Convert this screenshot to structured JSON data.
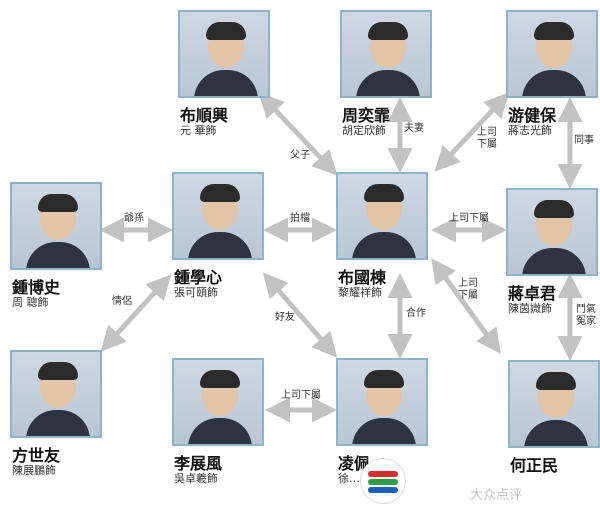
{
  "people": [
    {
      "id": "bu_shunxing",
      "name": "布順興",
      "actor": "元 華飾"
    },
    {
      "id": "zhou_yifei",
      "name": "周奕霏",
      "actor": "胡定欣飾"
    },
    {
      "id": "you_jianbao",
      "name": "游健保",
      "actor": "蔣志光飾"
    },
    {
      "id": "zhong_boshi",
      "name": "鍾博史",
      "actor": "周 聰飾"
    },
    {
      "id": "zhong_xuexin",
      "name": "鍾學心",
      "actor": "張可頤飾"
    },
    {
      "id": "bu_guodong",
      "name": "布國棟",
      "actor": "黎耀祥飾"
    },
    {
      "id": "jiang_zhuojun",
      "name": "蔣卓君",
      "actor": "陳茵媺飾"
    },
    {
      "id": "fang_shiyou",
      "name": "方世友",
      "actor": "陳展鵬飾"
    },
    {
      "id": "li_zhanfeng",
      "name": "李展風",
      "actor": "吳卓羲飾"
    },
    {
      "id": "ling_peishi",
      "name": "凌佩…",
      "actor": "徐…"
    },
    {
      "id": "he_zhengmin",
      "name": "何正民",
      "actor": ""
    }
  ],
  "relations": [
    {
      "label": "父子"
    },
    {
      "label": "夫妻"
    },
    {
      "label": "上司\n下屬"
    },
    {
      "label": "同事"
    },
    {
      "label": "爺孫"
    },
    {
      "label": "拍檔"
    },
    {
      "label": "上司下屬"
    },
    {
      "label": "上司\n下屬"
    },
    {
      "label": "情侶"
    },
    {
      "label": "好友"
    },
    {
      "label": "合作"
    },
    {
      "label": "鬥氣\n冤家"
    },
    {
      "label": "上司下屬"
    }
  ],
  "logo_icon": "tvb-logo-icon",
  "watermark": "大众点评",
  "colors": {
    "arrow": "#c2c2c2",
    "photo_border": "#8fb3c9",
    "logo_red": "#d32f2f",
    "logo_green": "#2e9b47",
    "logo_blue": "#1f5fb5"
  }
}
